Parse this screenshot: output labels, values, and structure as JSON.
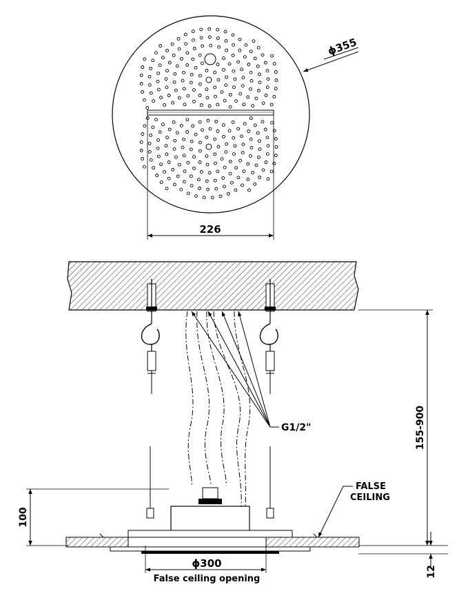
{
  "top_view": {
    "diameter_label": "ϕ355",
    "width_label": "226"
  },
  "side_view": {
    "pipe_label": "G1/2\"",
    "height_range_label": "155-900",
    "min_height_label": "100",
    "thickness_label": "12",
    "opening_diameter_label": "ϕ300",
    "opening_caption": "False ceiling opening",
    "false_ceiling_line1": "FALSE",
    "false_ceiling_line2": "CEILING"
  }
}
